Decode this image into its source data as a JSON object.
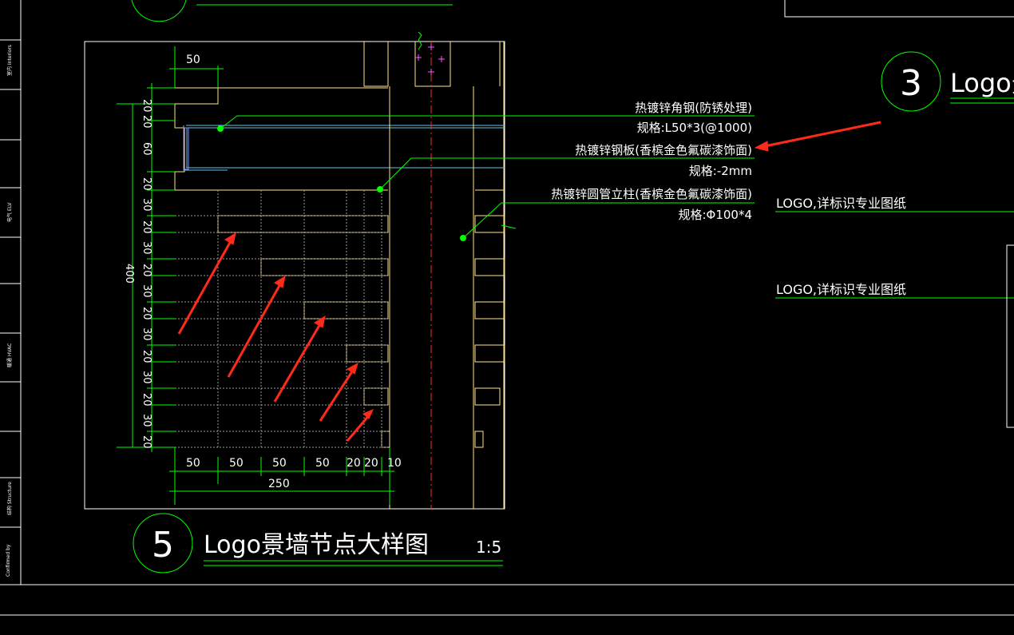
{
  "colors": {
    "background": "#000000",
    "green": "#00ff00",
    "white": "#ffffff",
    "yellow": "#ffe58a",
    "cyan": "#5fc8e8",
    "red": "#ff2a1a",
    "magenta": "#ff55ff"
  },
  "sidebar": {
    "labels": [
      "室内 Interiors",
      "电气 ELV",
      "暖通 HVAC",
      "结构 Structure",
      "Confirmed by"
    ]
  },
  "detail5": {
    "number": "5",
    "title": "Logo景墙节点大样图",
    "scale": "1:5"
  },
  "detail3": {
    "number": "3",
    "title": "Logo景"
  },
  "annotations": {
    "angle_steel": "热镀锌角钢(防锈处理)",
    "angle_steel_spec": "规格:L50*3(@1000)",
    "steel_plate": "热镀锌钢板(香槟金色氟碳漆饰面)",
    "steel_plate_spec": "规格:-2mm",
    "round_tube": "热镀锌圆管立柱(香槟金色氟碳漆饰面)",
    "round_tube_spec": "规格:Φ100*4",
    "logo_ref_1": "LOGO,详标识专业图纸",
    "logo_ref_2": "LOGO,详标识专业图纸"
  },
  "dimensions": {
    "top": "50",
    "left_total": "400",
    "left_segments": [
      "20",
      "20",
      "60",
      "20",
      "30",
      "20",
      "30",
      "20",
      "30",
      "20",
      "30",
      "20",
      "30",
      "20",
      "30",
      "20"
    ],
    "bottom_segments": [
      "50",
      "50",
      "50",
      "50",
      "20",
      "20",
      "10"
    ],
    "bottom_total": "250"
  }
}
